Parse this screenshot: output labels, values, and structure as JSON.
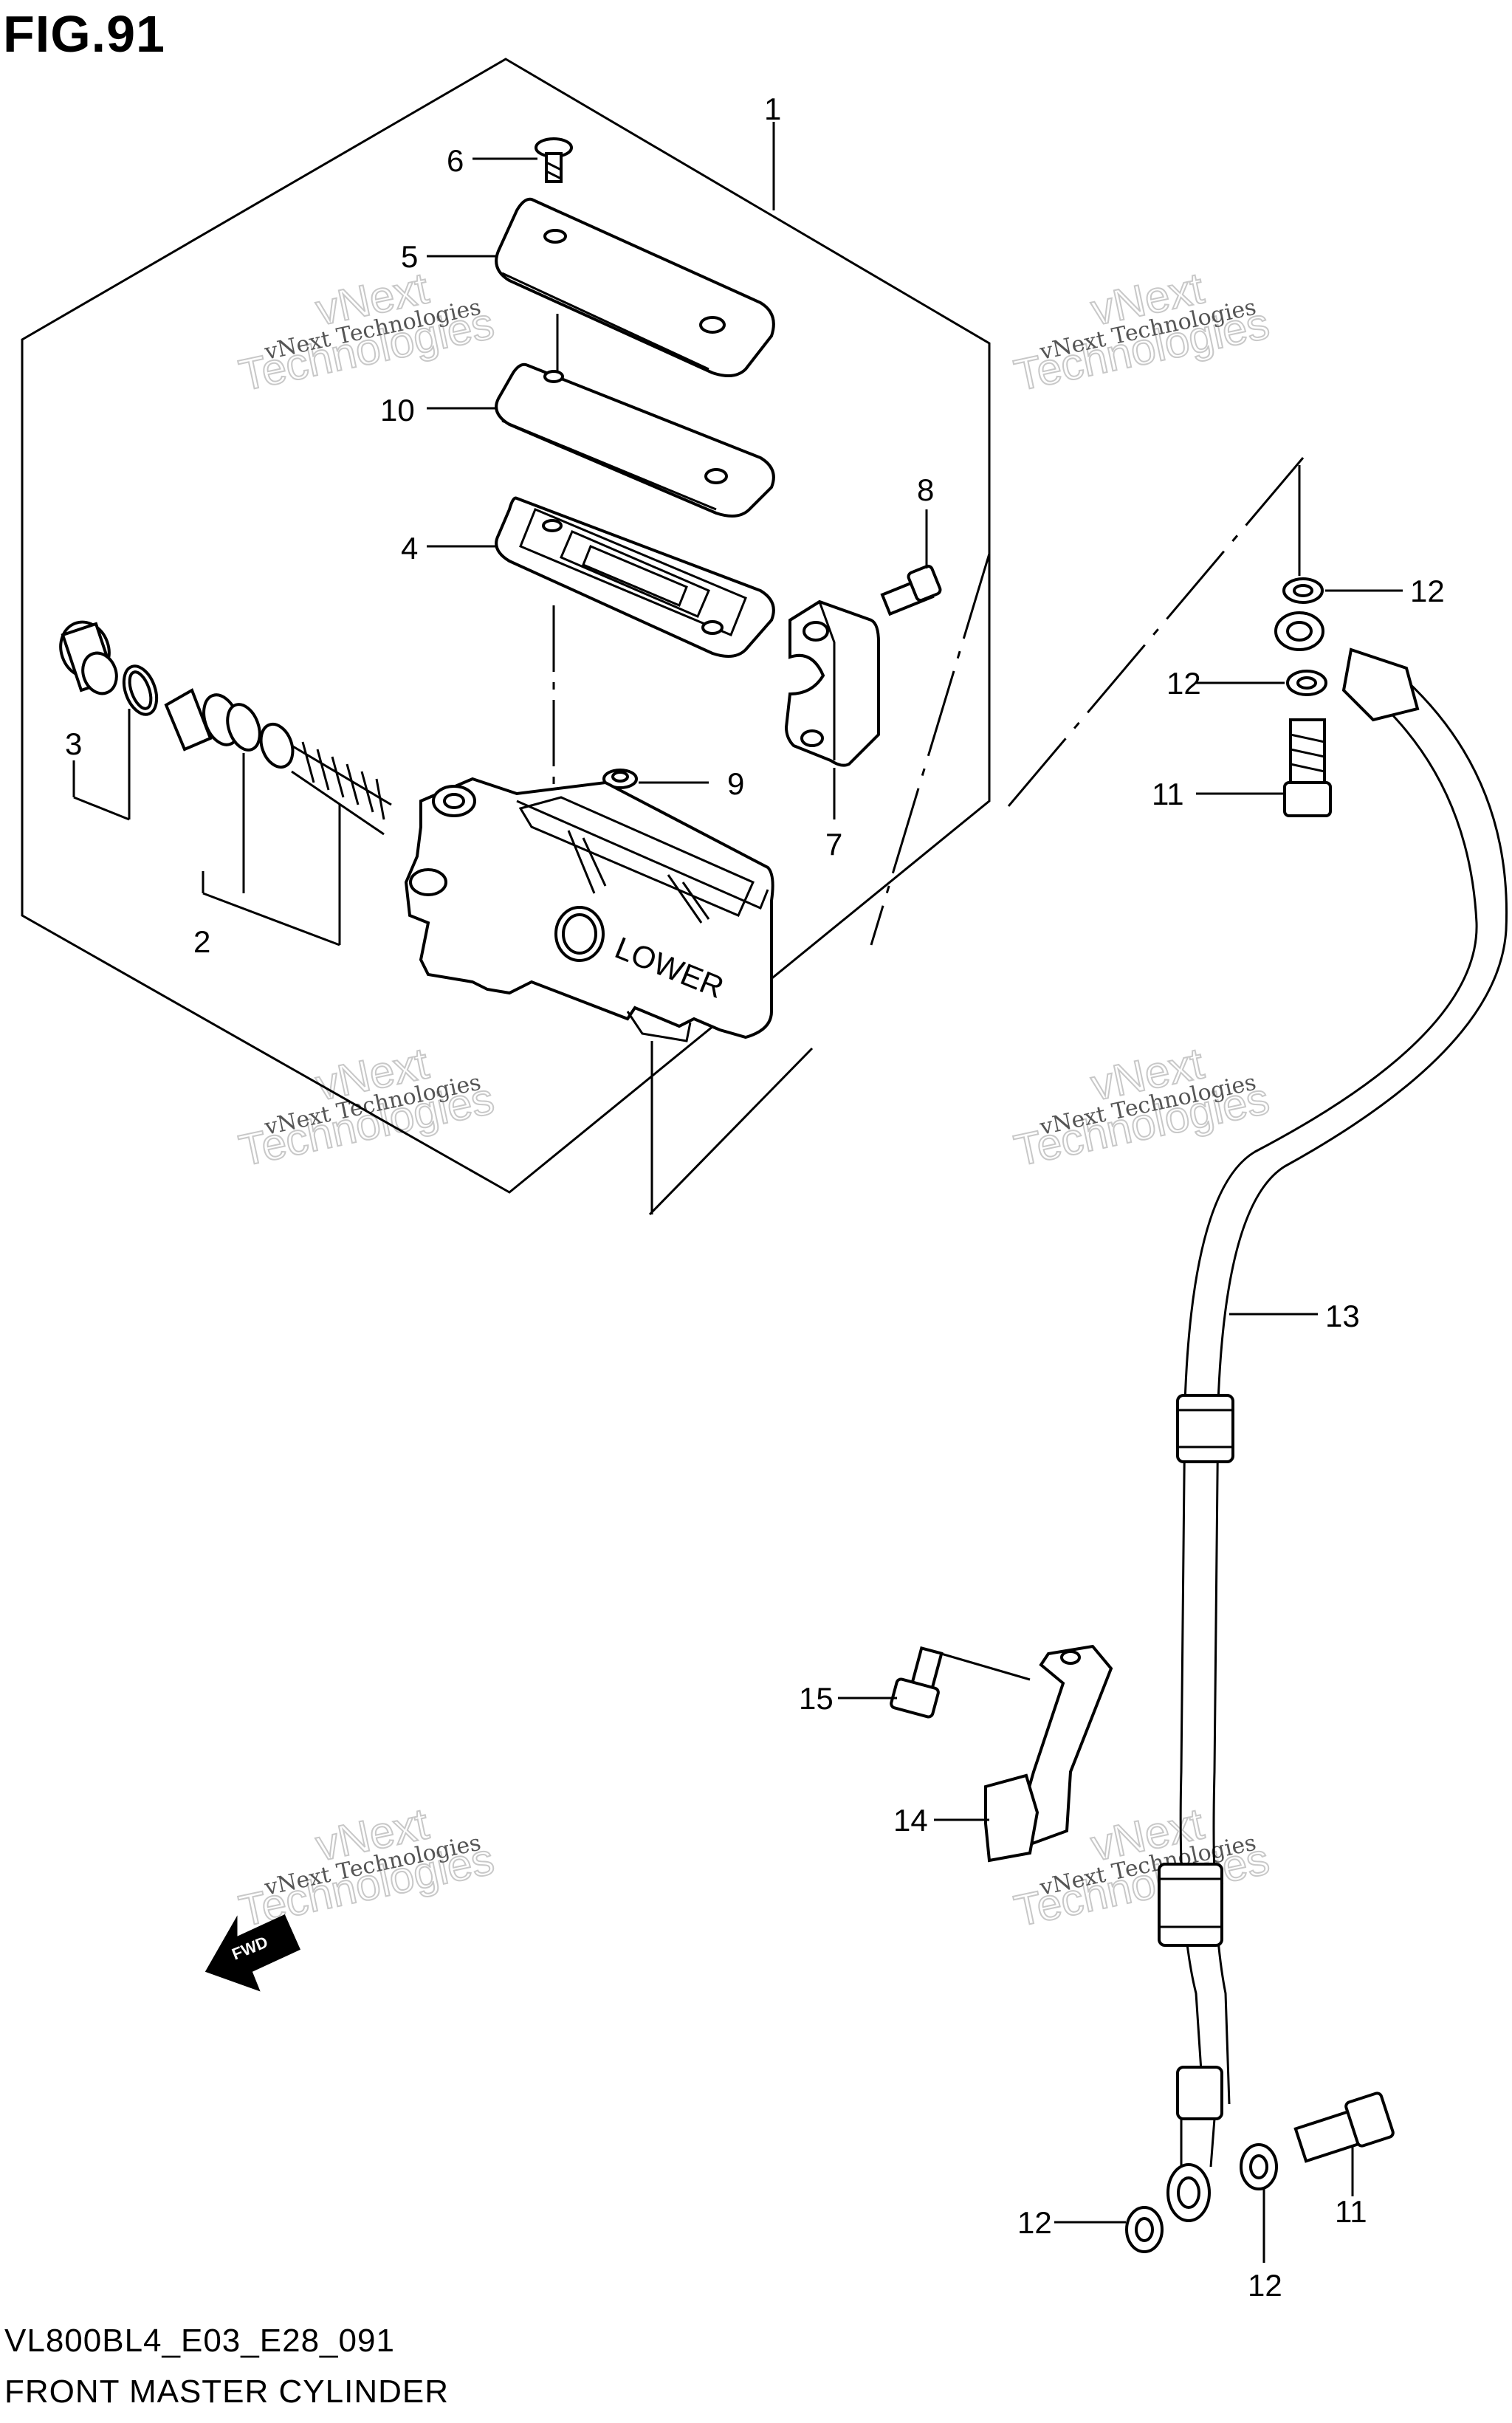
{
  "figure_title": "FIG.91",
  "footer": {
    "model_code": "VL800BL4_E03_E28_091",
    "assembly_name": "FRONT MASTER CYLINDER"
  },
  "callouts": [
    "1",
    "2",
    "3",
    "4",
    "5",
    "6",
    "7",
    "8",
    "9",
    "10",
    "11",
    "11",
    "12",
    "12",
    "12",
    "12",
    "13",
    "14",
    "15"
  ],
  "watermark": {
    "line1": "vNext Technologies",
    "line2": "Technologies",
    "line3": "vNext"
  },
  "direction_marker": "FWD",
  "housing_text": "LOWER"
}
